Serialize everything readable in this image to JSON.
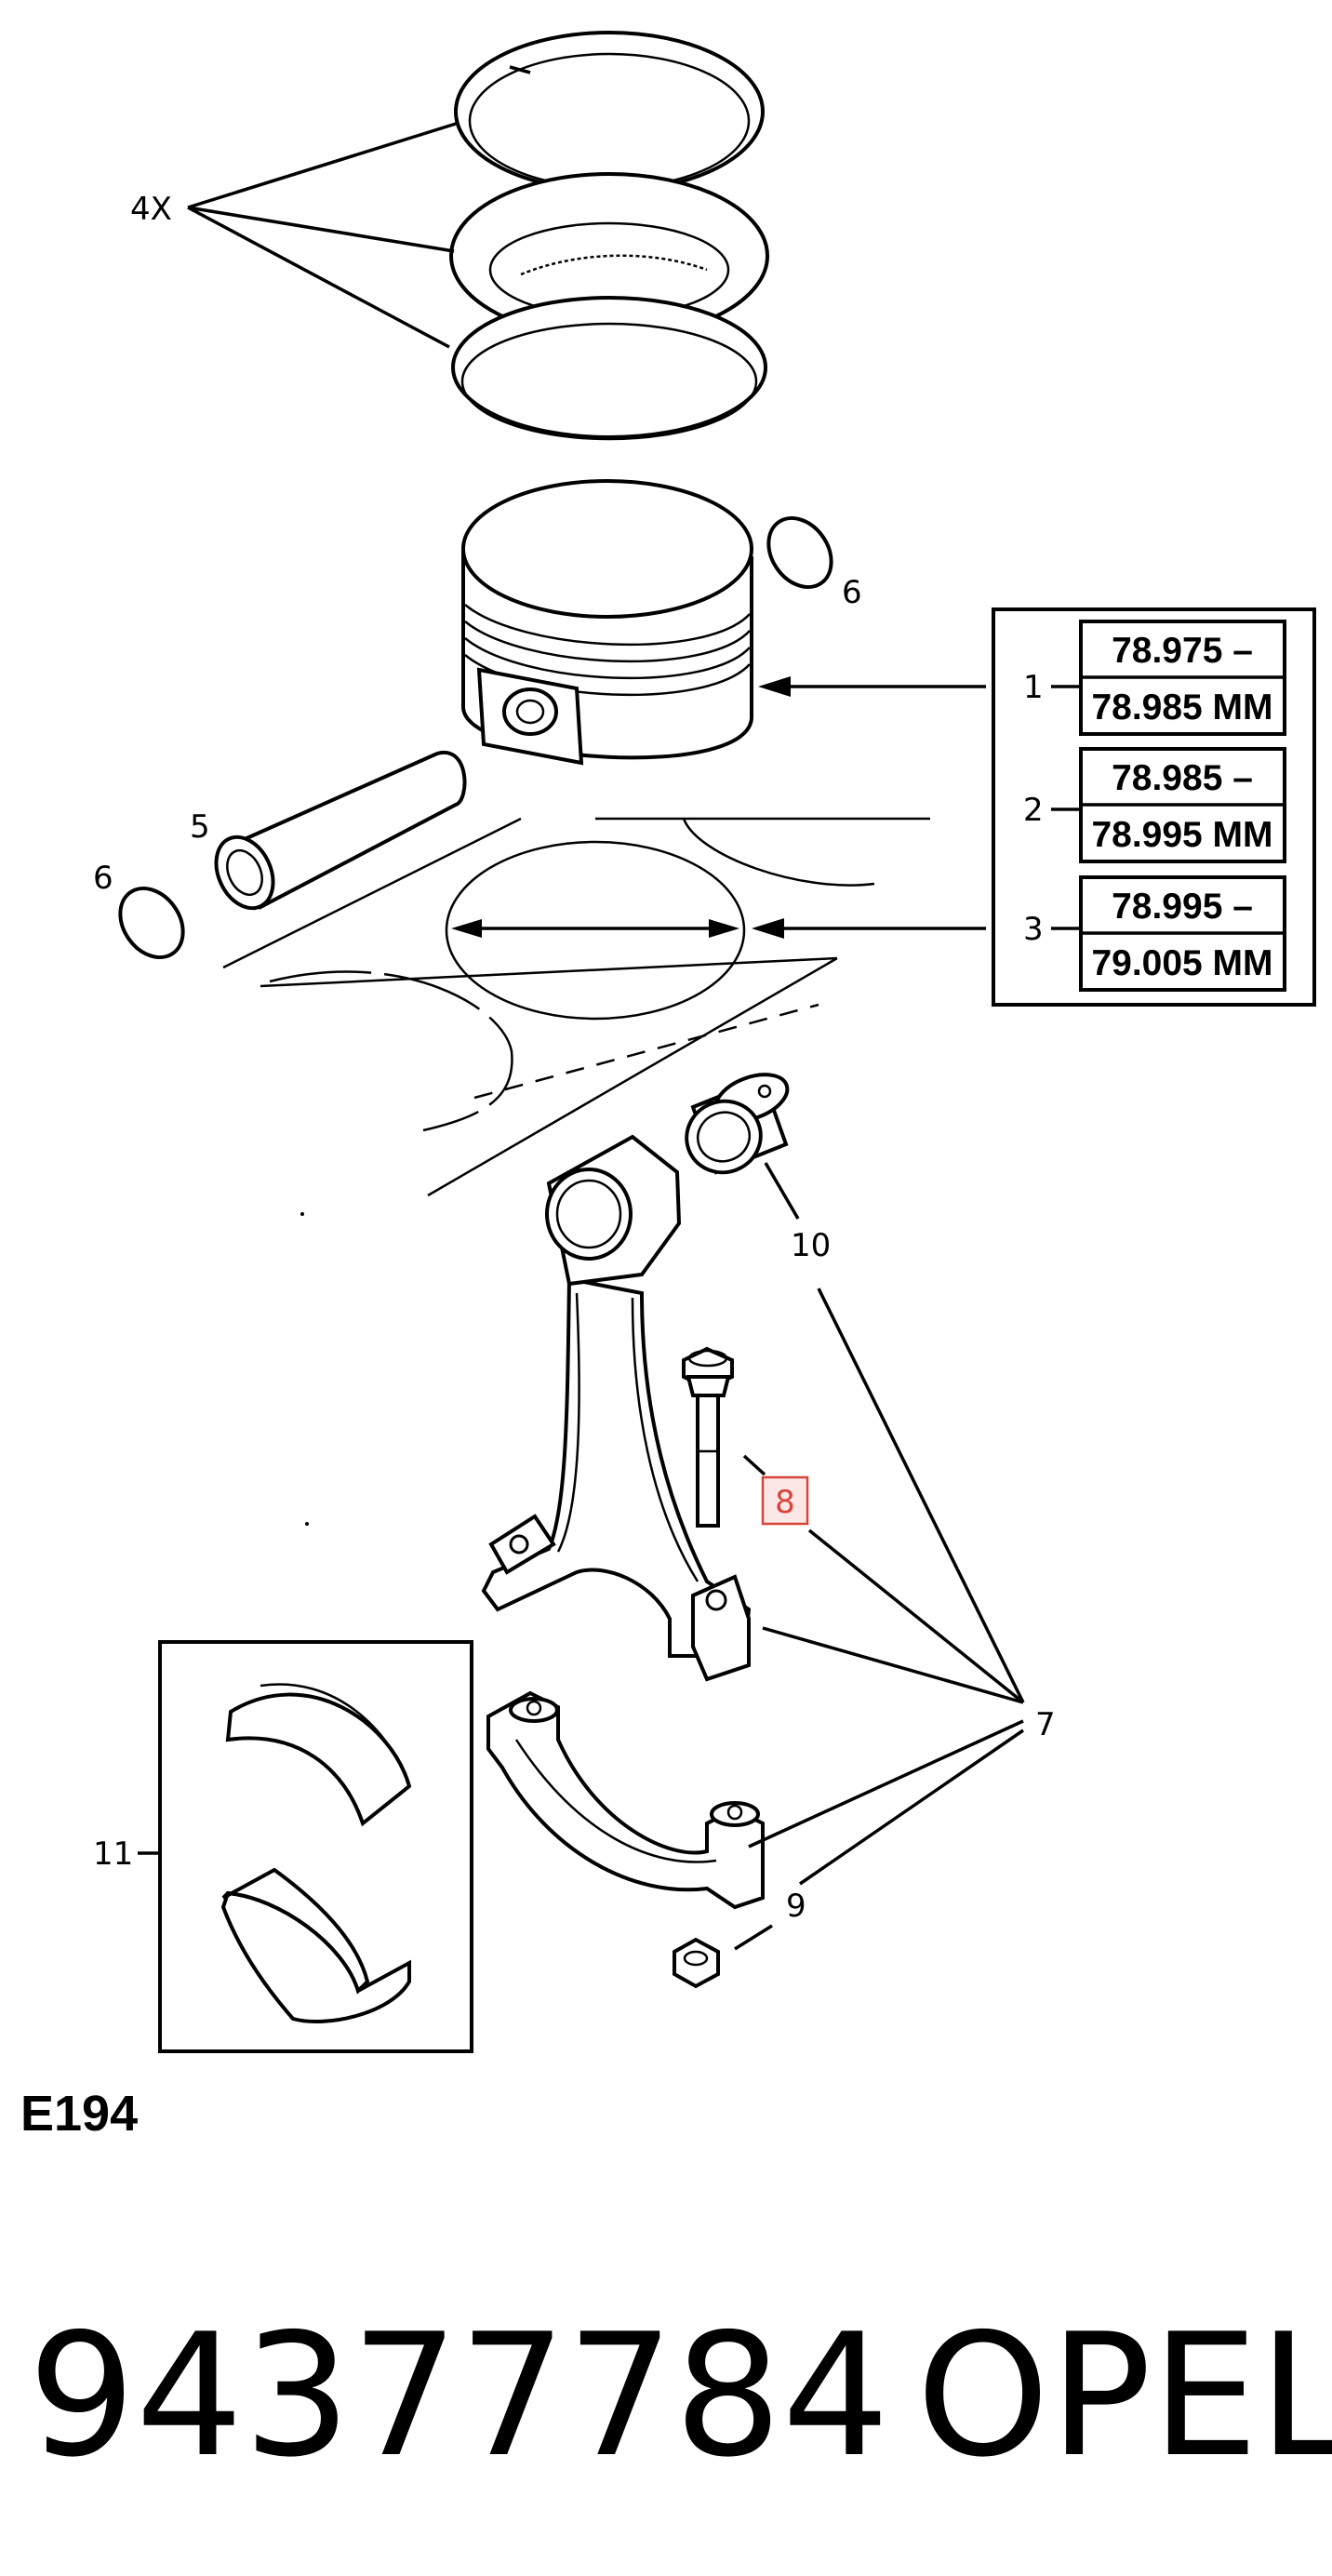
{
  "callouts": {
    "rings_qty": "4X",
    "pin_lock_right": "6",
    "pin_lock_left": "6",
    "piston_pin": "5",
    "bushing": "10",
    "bolt": "8",
    "connecting_rod": "7",
    "nut": "9",
    "bearing_shells": "11"
  },
  "size_table": {
    "rows": [
      {
        "grade": "1",
        "min": "78.975 –",
        "max": "78.985 MM"
      },
      {
        "grade": "2",
        "min": "78.985 –",
        "max": "78.995 MM"
      },
      {
        "grade": "3",
        "min": "78.995 –",
        "max": "79.005 MM"
      }
    ]
  },
  "diagram_code": "E194",
  "part_number": "94377784",
  "brand": "OPEL",
  "colors": {
    "ink": "#000000",
    "highlight": "#d9443a",
    "highlight_fill": "#fbe7e6"
  }
}
